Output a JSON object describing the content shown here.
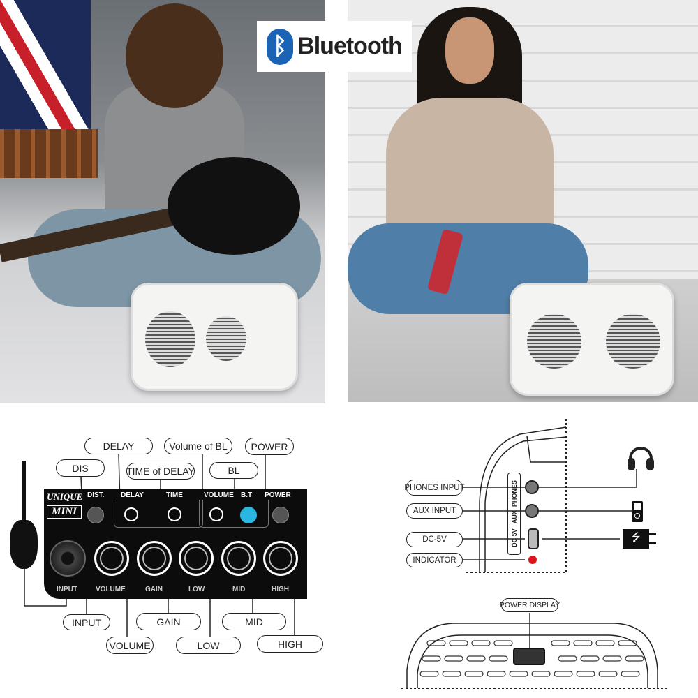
{
  "badge": {
    "text": "Bluetooth",
    "icon": "bluetooth-icon",
    "color": "#1a63b5"
  },
  "control_panel": {
    "brand_top": "UNIQUE",
    "brand_bottom": "MINI",
    "panel_labels": [
      "DIST.",
      "DELAY",
      "TIME",
      "VOLUME",
      "B.T",
      "POWER"
    ],
    "knob_labels": [
      "INPUT",
      "VOLUME",
      "GAIN",
      "LOW",
      "MID",
      "HIGH"
    ],
    "bt_led_color": "#29b6e0",
    "callouts_top": [
      "DIS",
      "DELAY",
      "TIME of DELAY",
      "Volume of BL",
      "BL",
      "POWER"
    ],
    "callouts_bottom": [
      "INPUT",
      "VOLUME",
      "GAIN",
      "LOW",
      "MID",
      "HIGH"
    ]
  },
  "side_panel": {
    "panel_text": "DC 5V   AUX  PHONES",
    "callouts": [
      "PHONES INPUT",
      "AUX INPUT",
      "DC-5V",
      "INDICATOR"
    ],
    "icons": [
      "headphones-icon",
      "music-player-icon",
      "usb-charger-icon"
    ],
    "indicator_color": "#e0141c"
  },
  "front_panel": {
    "callout": "POWER DISPLAY"
  }
}
